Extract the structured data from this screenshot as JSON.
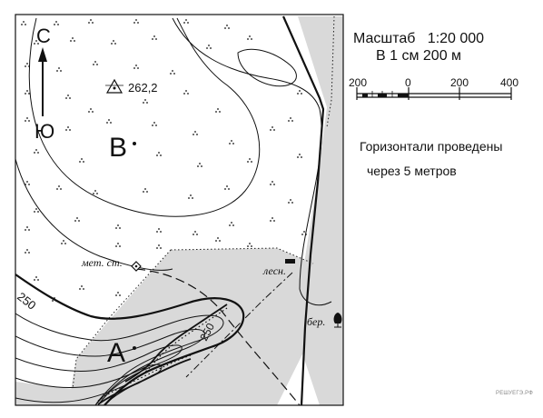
{
  "map": {
    "north_label": "С",
    "south_label": "Ю",
    "point_b_label": "В",
    "point_a_label": "А",
    "elevation_label": "262,2",
    "station_label": "мет. ст.",
    "forester_label": "лесн.",
    "birch_label": "бер.",
    "contour_label_left": "250",
    "contour_label_right": "250"
  },
  "legend": {
    "scale_word": "Масштаб",
    "scale_ratio": "1:20 000",
    "scale_subtitle": "В 1 см 200 м",
    "scale_bar_ticks": [
      "200",
      "0",
      "200",
      "400"
    ],
    "contour_note_line1": "Горизонтали проведены",
    "contour_note_line2": "через 5 метров"
  },
  "watermark": "РЕШУЕГЭ.РФ",
  "colors": {
    "forest_fill": "#d9d9d9",
    "line": "#111111"
  }
}
